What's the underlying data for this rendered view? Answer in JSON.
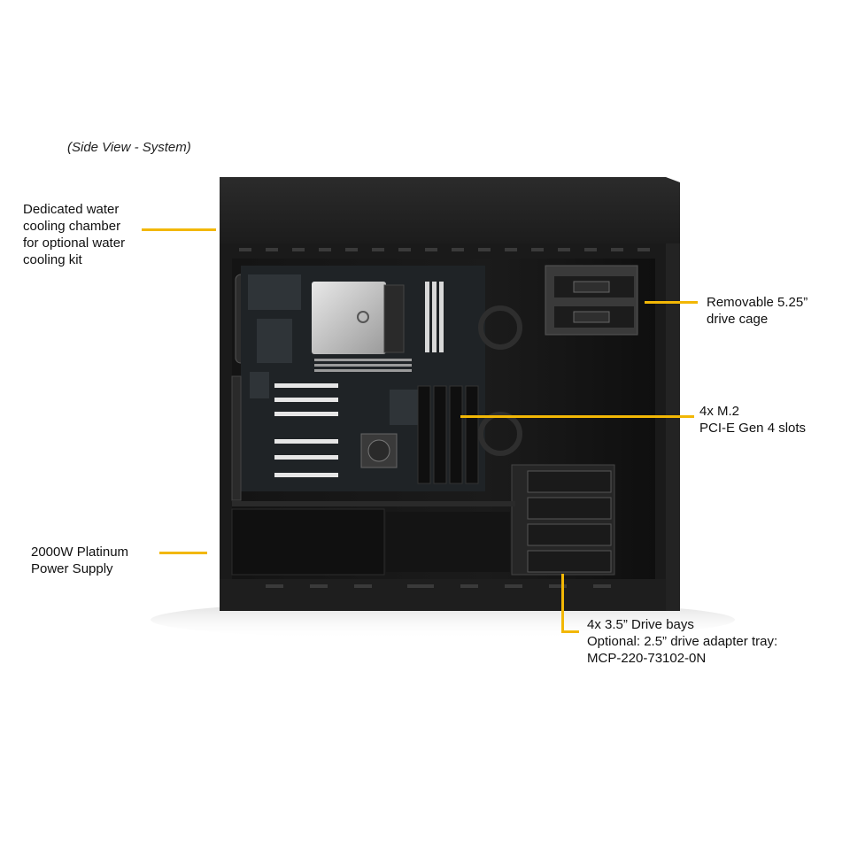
{
  "caption": "(Side View - System)",
  "accent_color": "#f2b705",
  "callouts": {
    "water_cooling": [
      "Dedicated water",
      "cooling chamber",
      "for optional water",
      "cooling kit"
    ],
    "drive_cage": [
      "Removable 5.25”",
      "drive cage"
    ],
    "m2_slots": [
      "4x M.2",
      "PCI-E Gen 4 slots"
    ],
    "power_supply": [
      "2000W Platinum",
      "Power Supply"
    ],
    "drive_bays": [
      "4x 3.5” Drive bays",
      "Optional: 2.5” drive adapter tray:",
      "MCP-220-73102-0N"
    ]
  }
}
